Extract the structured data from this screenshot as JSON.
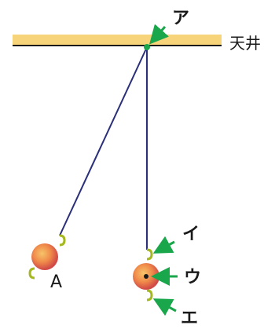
{
  "diagram": {
    "ceiling_label": "天井",
    "labels": {
      "a": "ア",
      "i": "イ",
      "u": "ウ",
      "e": "エ",
      "pendulum_A": "A"
    },
    "colors": {
      "ceiling_fill": "#f7d37a",
      "ceiling_line": "#1a1a1a",
      "string": "#2b2f7a",
      "arrow": "#1aa64a",
      "pivot": "#1aa64a",
      "hook": "#a6b81f",
      "bob_light": "#f6a35a",
      "bob_dark": "#d9534f"
    }
  }
}
